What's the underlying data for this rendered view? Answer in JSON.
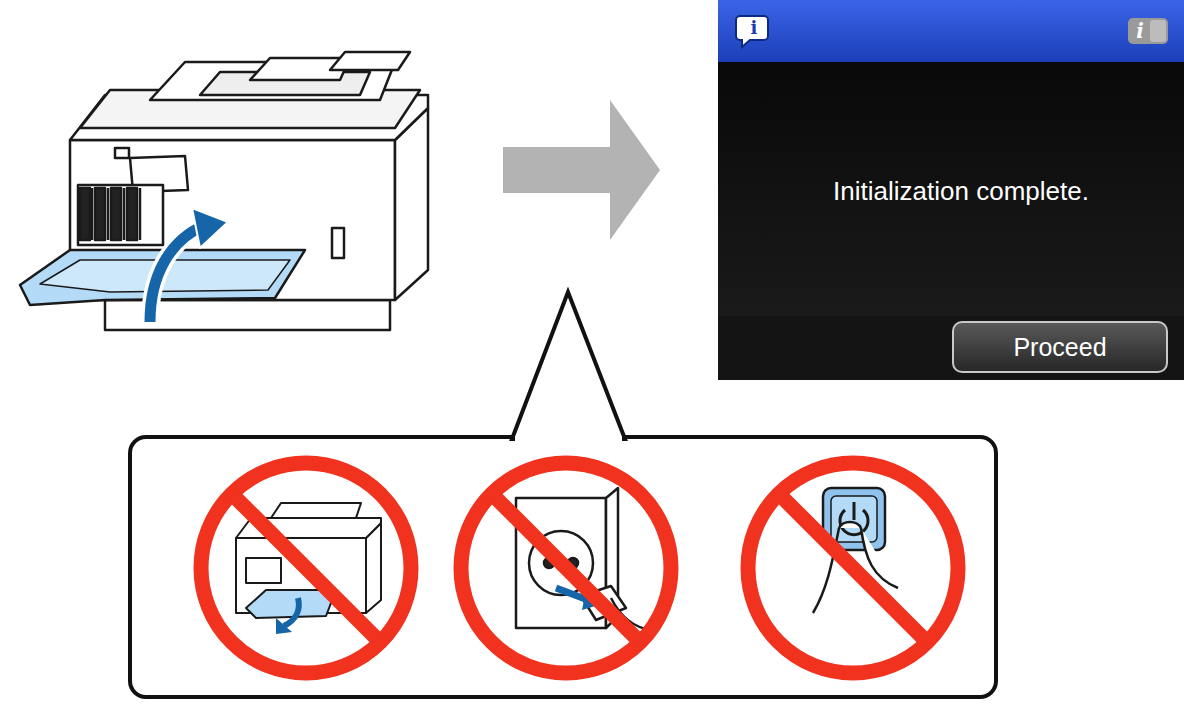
{
  "diagram": {
    "nodes": [
      {
        "text": [
          "Initialization complete."
        ]
      },
      {
        "text": [
          "Proceed"
        ],
        "in": 0
      }
    ],
    "labels": [
      "i",
      "i"
    ]
  }
}
